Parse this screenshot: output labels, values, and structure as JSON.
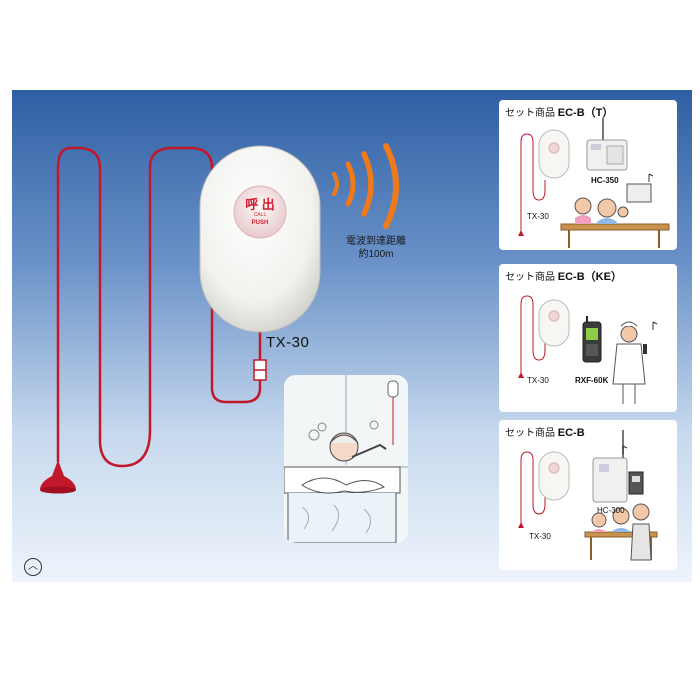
{
  "main": {
    "device_label": "TX-30",
    "button_text_top": "呼 出",
    "button_text_call": "CALL",
    "button_text_push": "PUSH",
    "range_line1": "電波到達距離",
    "range_line2": "約100m"
  },
  "scroll_icon_glyph": "︿",
  "cards": [
    {
      "title_prefix": "セット商品 ",
      "title_code": "EC-B（T）",
      "receiver_label": "HC-350",
      "transmitter_label": "TX-30"
    },
    {
      "title_prefix": "セット商品 ",
      "title_code": "EC-B（KE）",
      "receiver_label": "RXF-60K",
      "transmitter_label": "TX-30"
    },
    {
      "title_prefix": "セット商品 ",
      "title_code": "EC-B",
      "receiver_label": "HC-300",
      "transmitter_label": "TX-30"
    }
  ],
  "colors": {
    "cord_red": "#c2182b",
    "wave_orange": "#f07a1a",
    "accent_red": "#d21f2f"
  }
}
